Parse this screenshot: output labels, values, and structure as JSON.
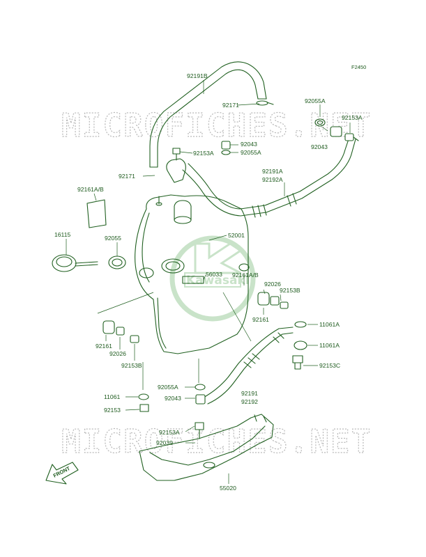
{
  "diagram_code": "F2450",
  "watermark": {
    "text": "MICROFICHES.NET"
  },
  "logo": {
    "brand": "Kawasaki",
    "color": "#c9e3c9"
  },
  "front_marker": "FRONT",
  "colors": {
    "line": "#1f5f1f",
    "label": "#1d5a1d",
    "watermark": "#b8b8b8"
  },
  "labels": {
    "l92191b": "92191B",
    "l92171a": "92171",
    "l92055a_top": "92055A",
    "l92153a_top": "92153A",
    "l92043_right": "92043",
    "l92043_mid": "92043",
    "l92055a_mid": "92055A",
    "l92153a_mid": "92153A",
    "l92171b": "92171",
    "l92191a": "92191A",
    "l92192a": "92192A",
    "l92161ab_left": "92161A/B",
    "l52001": "52001",
    "l16115": "16115",
    "l92055": "92055",
    "l56033": "56033",
    "l92161ab_right": "92161A/B",
    "l92026_right": "92026",
    "l92153b_right": "92153B",
    "l92161_right": "92161",
    "l11061a_1": "11061A",
    "l11061a_2": "11061A",
    "l92153c": "92153C",
    "l92161_left": "92161",
    "l92026_left": "92026",
    "l92153b_left": "92153B",
    "l92055a_low": "92055A",
    "l92043_low": "92043",
    "l11061": "11061",
    "l92153": "92153",
    "l92191": "92191",
    "l92192": "92192",
    "l92153a_low": "92153A",
    "l92039": "92039",
    "l55020": "55020"
  }
}
